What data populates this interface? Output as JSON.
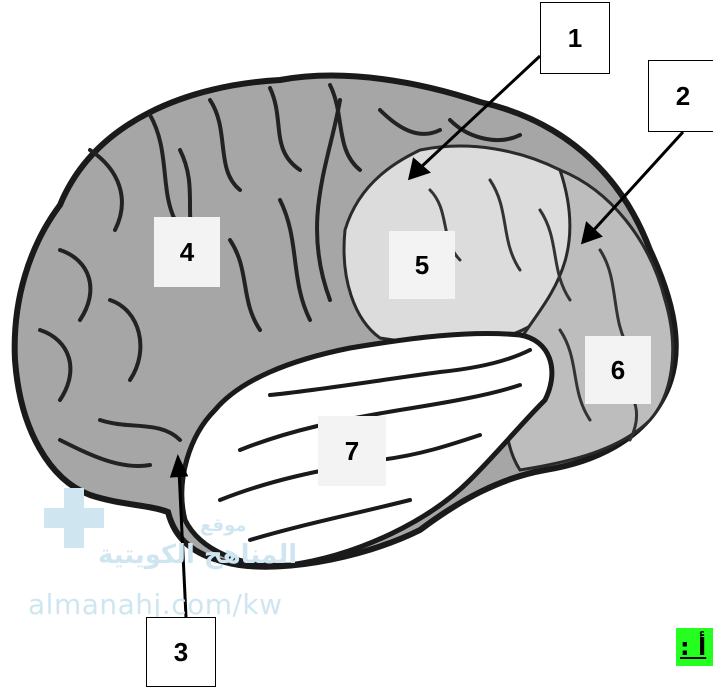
{
  "callouts": [
    "1",
    "2",
    "3"
  ],
  "regions": [
    "4",
    "5",
    "6",
    "7"
  ],
  "watermark": {
    "arabic_top": "موقع",
    "arabic": "المناهج الكويتية",
    "url": "almanahj.com/kw"
  },
  "corner_tag": ": أ",
  "colors": {
    "frontal_lobe": "#a6a6a6",
    "parietal_lobe": "#d0d0d0",
    "occipital_lobe": "#b9b9b9",
    "temporal_lobe": "#ffffff",
    "outline": "#1a1a1a",
    "watermark": "#cfe6f1",
    "corner_highlight": "#25ff1f"
  }
}
